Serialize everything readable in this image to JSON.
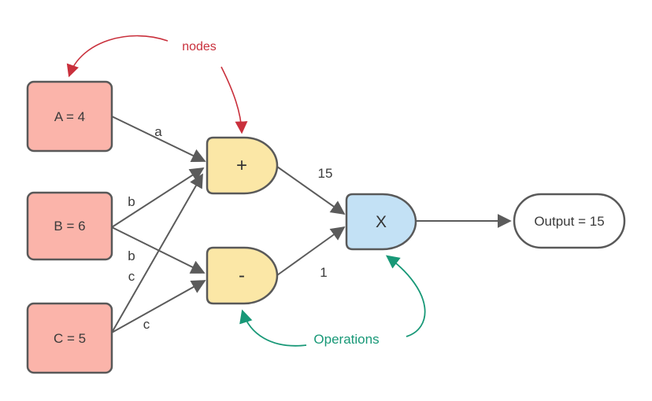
{
  "nodes": {
    "a": {
      "label": "A = 4",
      "type": "input",
      "value": 4
    },
    "b": {
      "label": "B = 6",
      "type": "input",
      "value": 6
    },
    "c": {
      "label": "C = 5",
      "type": "input",
      "value": 5
    },
    "add": {
      "label": "+",
      "type": "operation"
    },
    "sub": {
      "label": "-",
      "type": "operation"
    },
    "mul": {
      "label": "X",
      "type": "operation"
    },
    "output": {
      "label": "Output = 15",
      "type": "output",
      "value": 15
    }
  },
  "edges": {
    "a_to_add": {
      "label": "a"
    },
    "b_to_add": {
      "label": "b"
    },
    "b_to_sub": {
      "label": "b"
    },
    "c_to_add": {
      "label": "c"
    },
    "c_to_sub": {
      "label": "c"
    },
    "add_to_mul": {
      "label": "15"
    },
    "sub_to_mul": {
      "label": "1"
    },
    "mul_to_output": {
      "label": ""
    }
  },
  "annotations": {
    "nodes_callout": {
      "label": "nodes",
      "color": "#c9303c"
    },
    "operations_callout": {
      "label": "Operations",
      "color": "#189877"
    }
  },
  "colors": {
    "input_fill": "#fbb4aa",
    "operation_fill": "#fbe7a6",
    "multiply_fill": "#c3e1f5",
    "output_fill": "#ffffff",
    "node_border": "#595959",
    "edge_stroke": "#5b5b5b",
    "annotation_red": "#c9303c",
    "annotation_green": "#189877"
  }
}
